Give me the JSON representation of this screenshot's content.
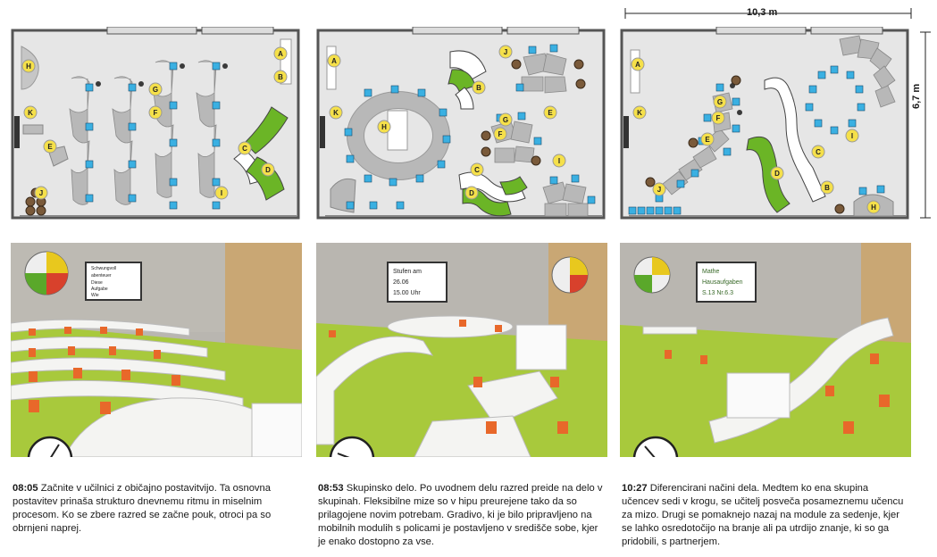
{
  "dimensions": {
    "width_label": "10,3 m",
    "height_label": "6,7 m"
  },
  "panels": [
    {
      "id": "p1",
      "time": "08:05",
      "caption": "Začnite v učilnici z običajno postavitvijo. Ta osnovna postavitev prinaša strukturo dnevnemu ritmu in miselnim procesom. Ko se zbere razred se začne pouk, otroci pa so obrnjeni naprej.",
      "board_lines": [
        "Schwungvoll",
        "abenteuer",
        "Diese",
        "Aufgabe",
        "Wie"
      ],
      "labels": [
        "H",
        "A",
        "B",
        "G",
        "F",
        "K",
        "E",
        "C",
        "D",
        "J",
        "I"
      ]
    },
    {
      "id": "p2",
      "time": "08:53",
      "caption": "Skupinsko delo. Po uvodnem delu razred preide na delo v skupinah. Fleksibilne mize so v hipu preurejene tako da so prilagojene novim potrebam. Gradivo, ki je bilo pripravljeno na mobilnih modulih s policami je postavljeno v središče sobe, kjer je enako dostopno za vse.",
      "board_lines": [
        "Stufen am",
        "26.06",
        "15.00 Uhr"
      ],
      "labels": [
        "A",
        "K",
        "H",
        "B",
        "J",
        "G",
        "F",
        "E",
        "C",
        "D",
        "I"
      ]
    },
    {
      "id": "p3",
      "time": "10:27",
      "caption": "Diferencirani načini dela. Medtem ko ena skupina učencev sedi v krogu, se učitelj posveča posameznemu učencu za mizo. Drugi se pomaknejo nazaj na module za sedenje, kjer se lahko osredotočijo na branje ali pa utrdijo znanje, ki so ga pridobili, s partnerjem.",
      "board_lines": [
        "Mathe",
        "Hausaufgaben",
        "S.13 Nr.6.3"
      ],
      "labels": [
        "A",
        "K",
        "G",
        "F",
        "E",
        "J",
        "D",
        "C",
        "B",
        "I",
        "H"
      ]
    }
  ],
  "colors": {
    "floor": "#e4e4e4",
    "wall": "#555555",
    "green": "#6bb526",
    "gray": "#b8b8b8",
    "chair": "#3ab0e2",
    "label": "#f5e04a",
    "photo_floor": "#a8c93c",
    "chair_orange": "#e8682a"
  }
}
